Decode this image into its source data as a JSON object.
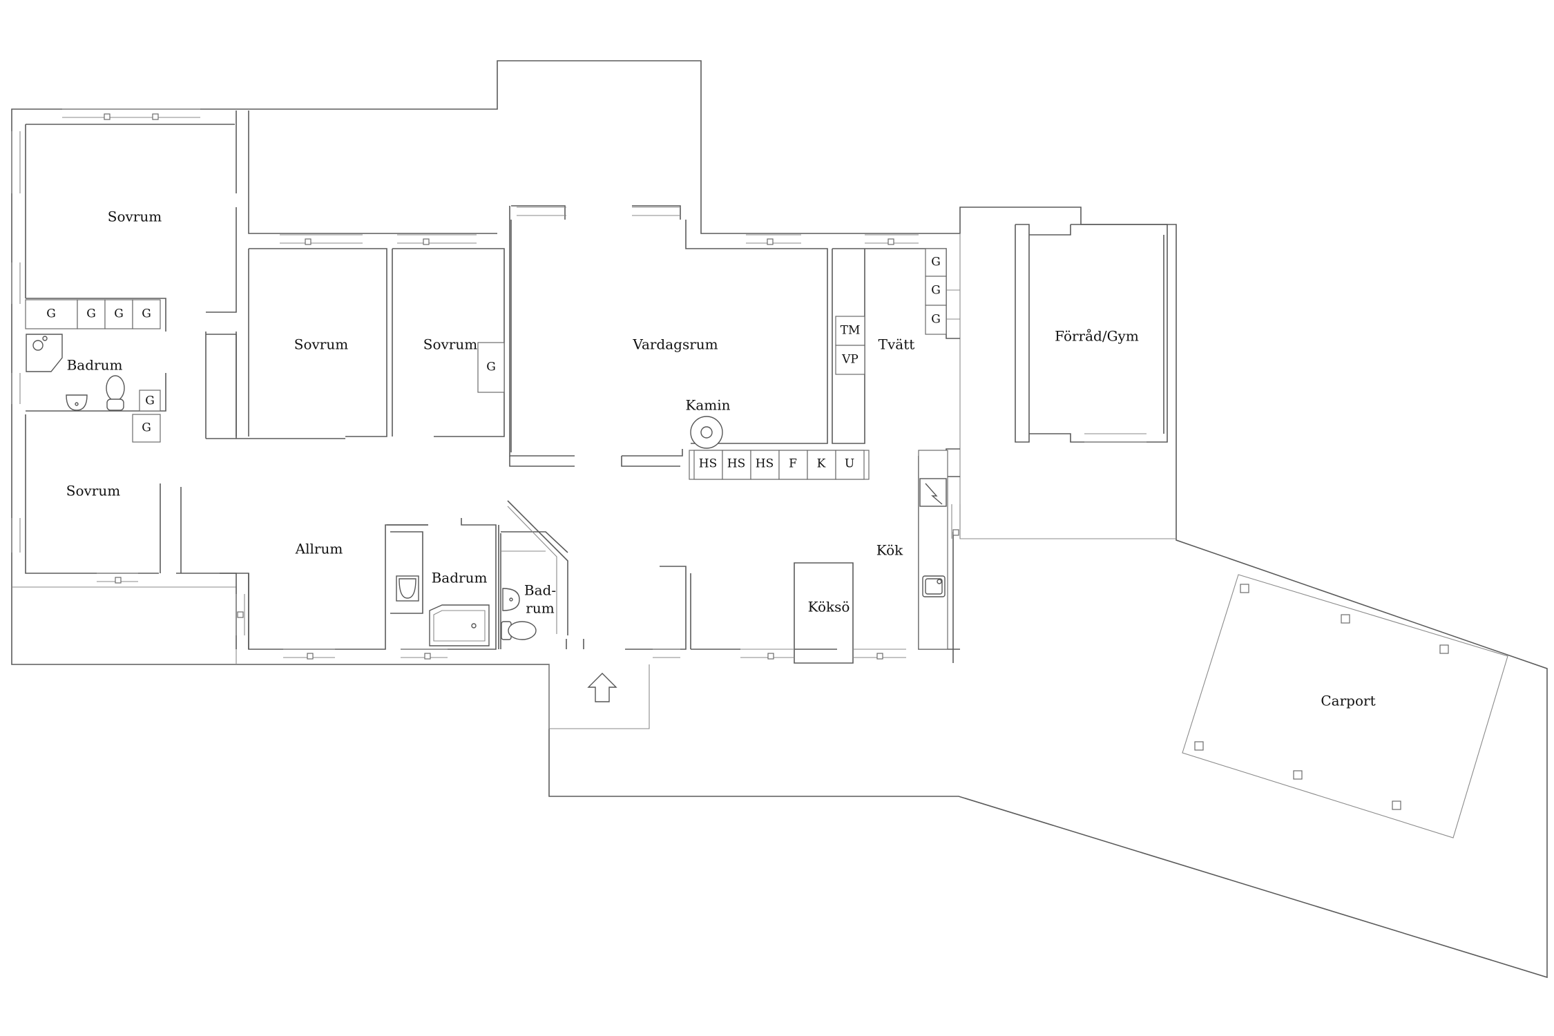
{
  "rooms": {
    "sovrum_nw": "Sovrum",
    "sovrum_mid1": "Sovrum",
    "sovrum_mid2": "Sovrum",
    "sovrum_sw": "Sovrum",
    "badrum_w": "Badrum",
    "allrum": "Allrum",
    "badrum_s": "Badrum",
    "badrum_small_1": "Bad-",
    "badrum_small_2": "rum",
    "vardagsrum": "Vardagsrum",
    "kamin": "Kamin",
    "tvatt": "Tvätt",
    "kok": "Kök",
    "kokso": "Köksö",
    "forrad": "Förråd/Gym",
    "carport": "Carport"
  },
  "cabinets": {
    "wardrobe": "G",
    "kitchen_row": [
      "HS",
      "HS",
      "HS",
      "F",
      "K",
      "U"
    ],
    "laundry_tm": "TM",
    "laundry_vp": "VP"
  },
  "icons": [
    "entrance-arrow-icon",
    "fireplace-icon",
    "toilet-icon",
    "sink-icon",
    "bathtub-icon",
    "shower-icon",
    "stove-icon",
    "electrical-panel-icon"
  ]
}
